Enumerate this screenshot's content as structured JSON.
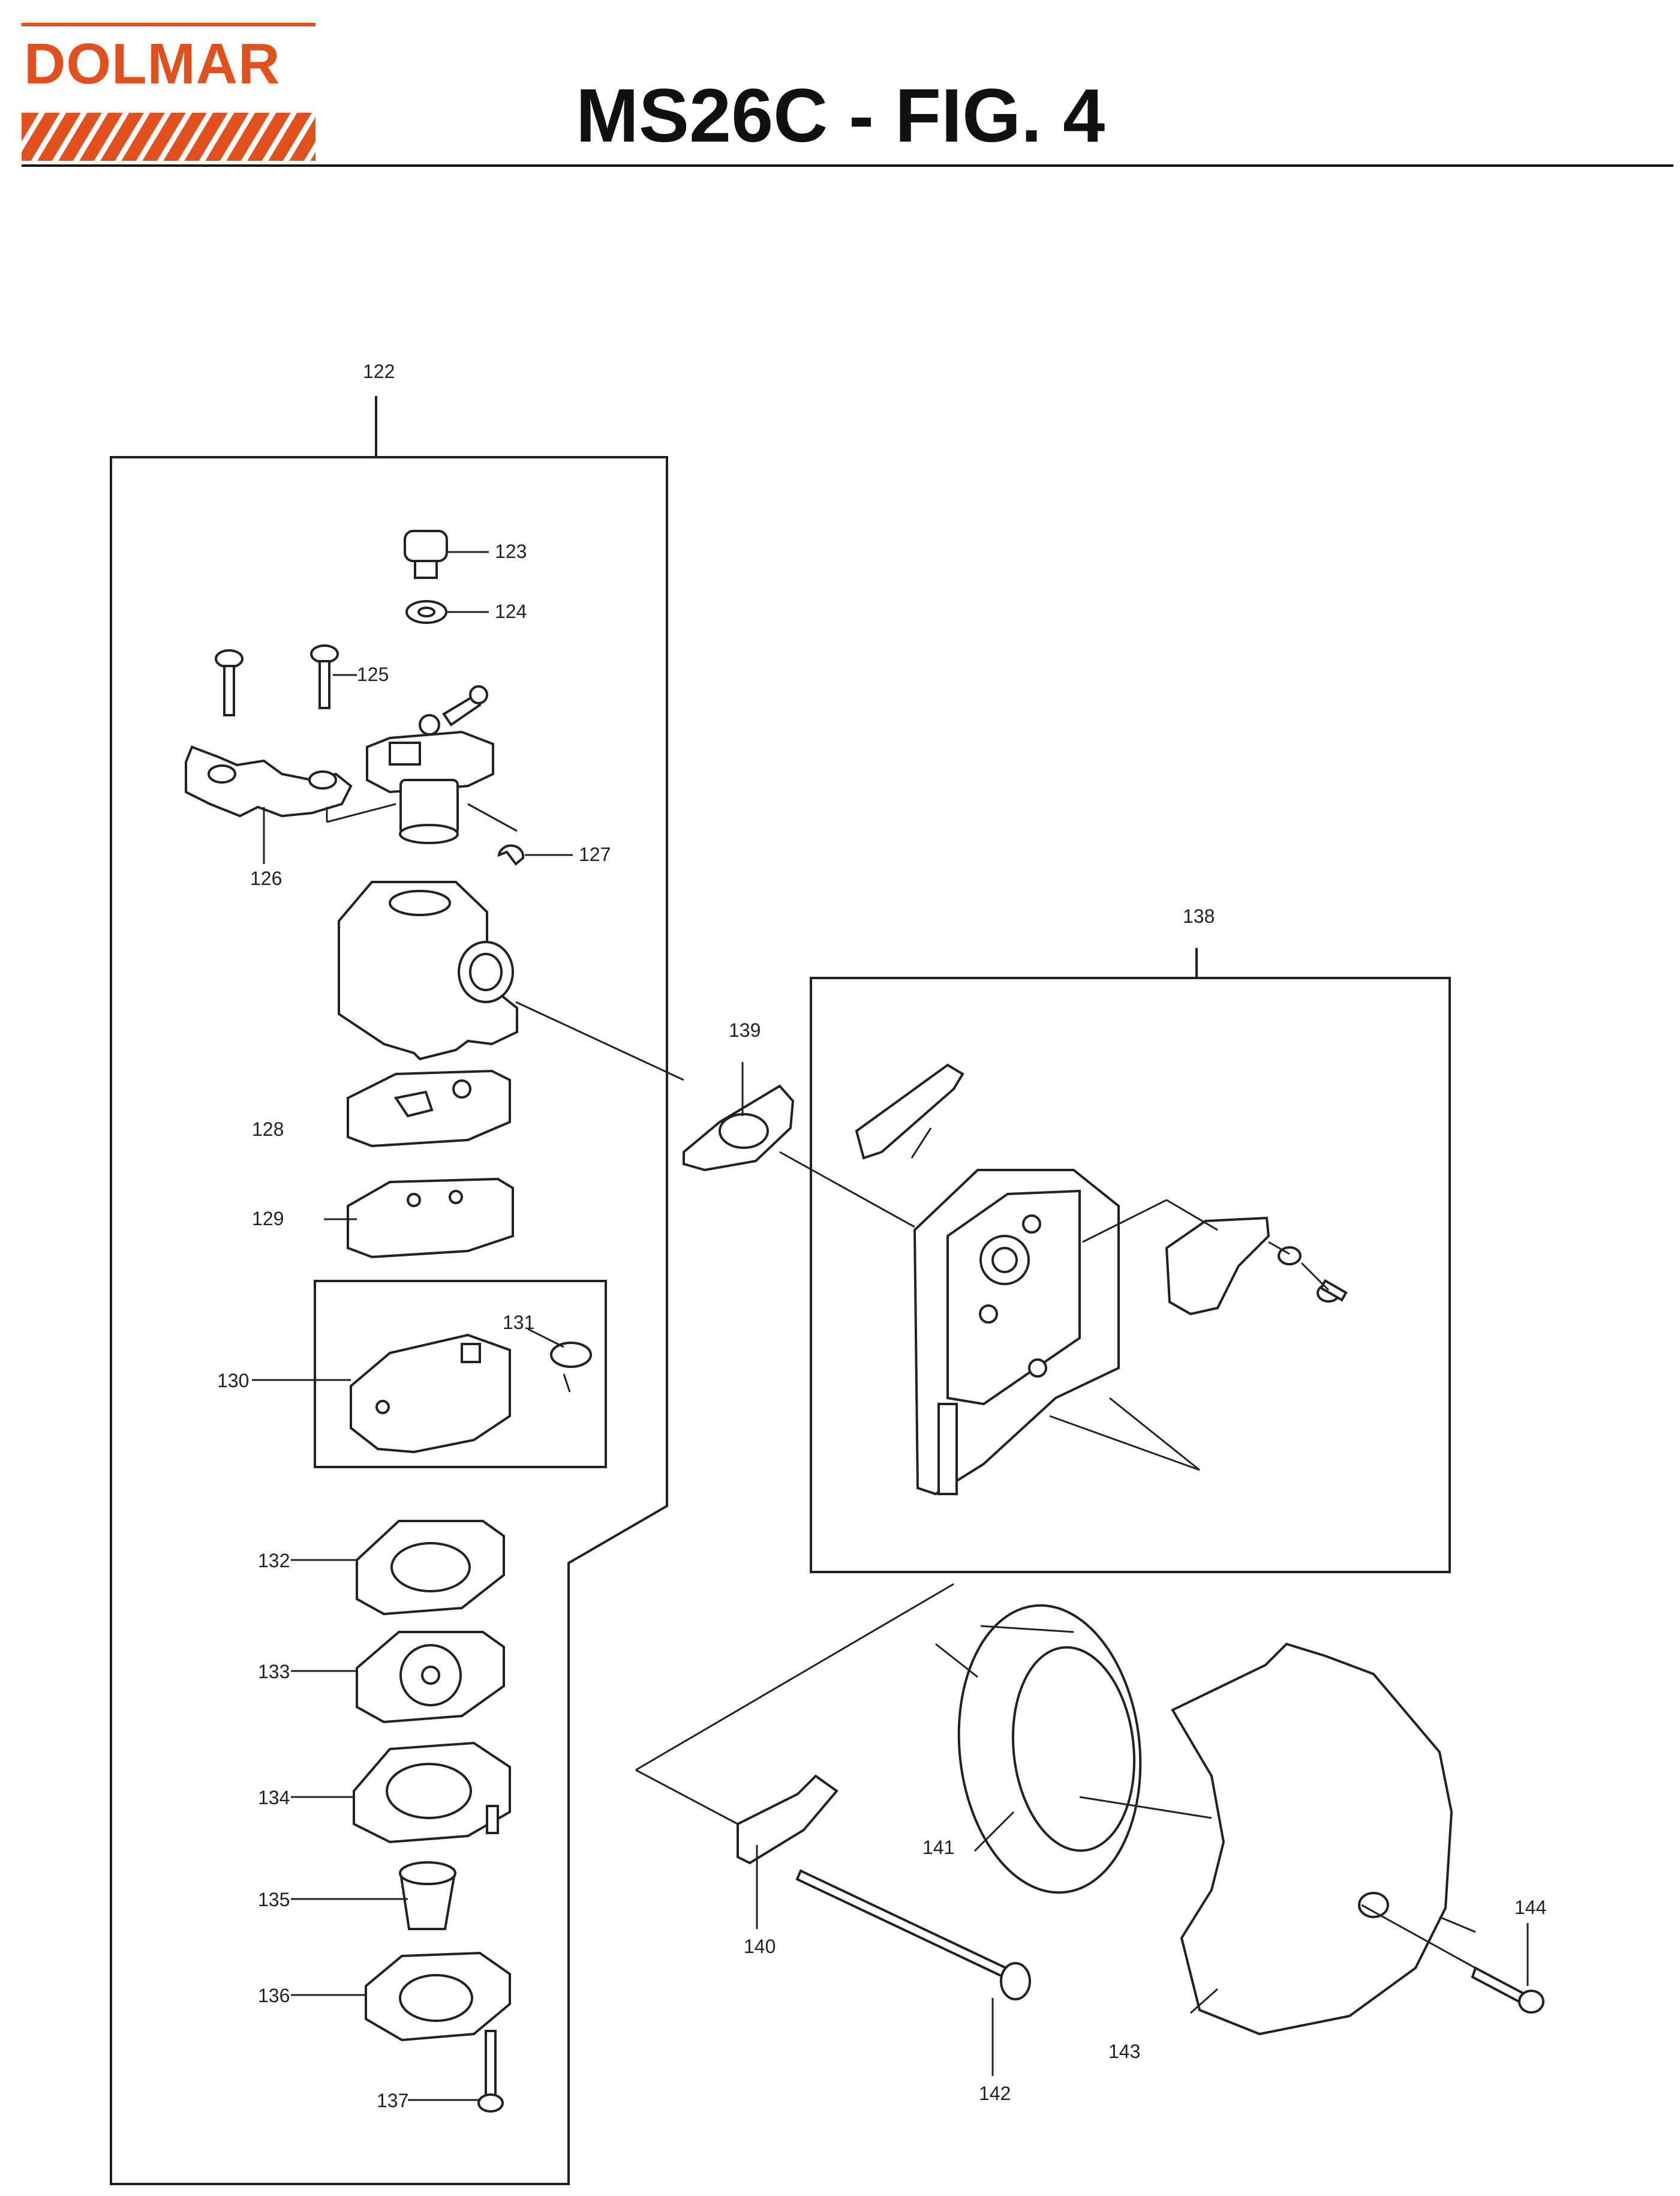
{
  "brand": {
    "name": "DOLMAR",
    "color": "#e2511d"
  },
  "title": "MS26C - FIG. 4",
  "parts": [
    {
      "id": "p122",
      "label": "122"
    },
    {
      "id": "p123",
      "label": "123"
    },
    {
      "id": "p124",
      "label": "124"
    },
    {
      "id": "p125",
      "label": "125"
    },
    {
      "id": "p126",
      "label": "126"
    },
    {
      "id": "p127",
      "label": "127"
    },
    {
      "id": "p128",
      "label": "128"
    },
    {
      "id": "p129",
      "label": "129"
    },
    {
      "id": "p130",
      "label": "130"
    },
    {
      "id": "p131",
      "label": "131"
    },
    {
      "id": "p132",
      "label": "132"
    },
    {
      "id": "p133",
      "label": "133"
    },
    {
      "id": "p134",
      "label": "134"
    },
    {
      "id": "p135",
      "label": "135"
    },
    {
      "id": "p136",
      "label": "136"
    },
    {
      "id": "p137",
      "label": "137"
    },
    {
      "id": "p138",
      "label": "138"
    },
    {
      "id": "p139",
      "label": "139"
    },
    {
      "id": "p140",
      "label": "140"
    },
    {
      "id": "p141",
      "label": "141"
    },
    {
      "id": "p142",
      "label": "142"
    },
    {
      "id": "p143",
      "label": "143"
    },
    {
      "id": "p144",
      "label": "144"
    }
  ]
}
